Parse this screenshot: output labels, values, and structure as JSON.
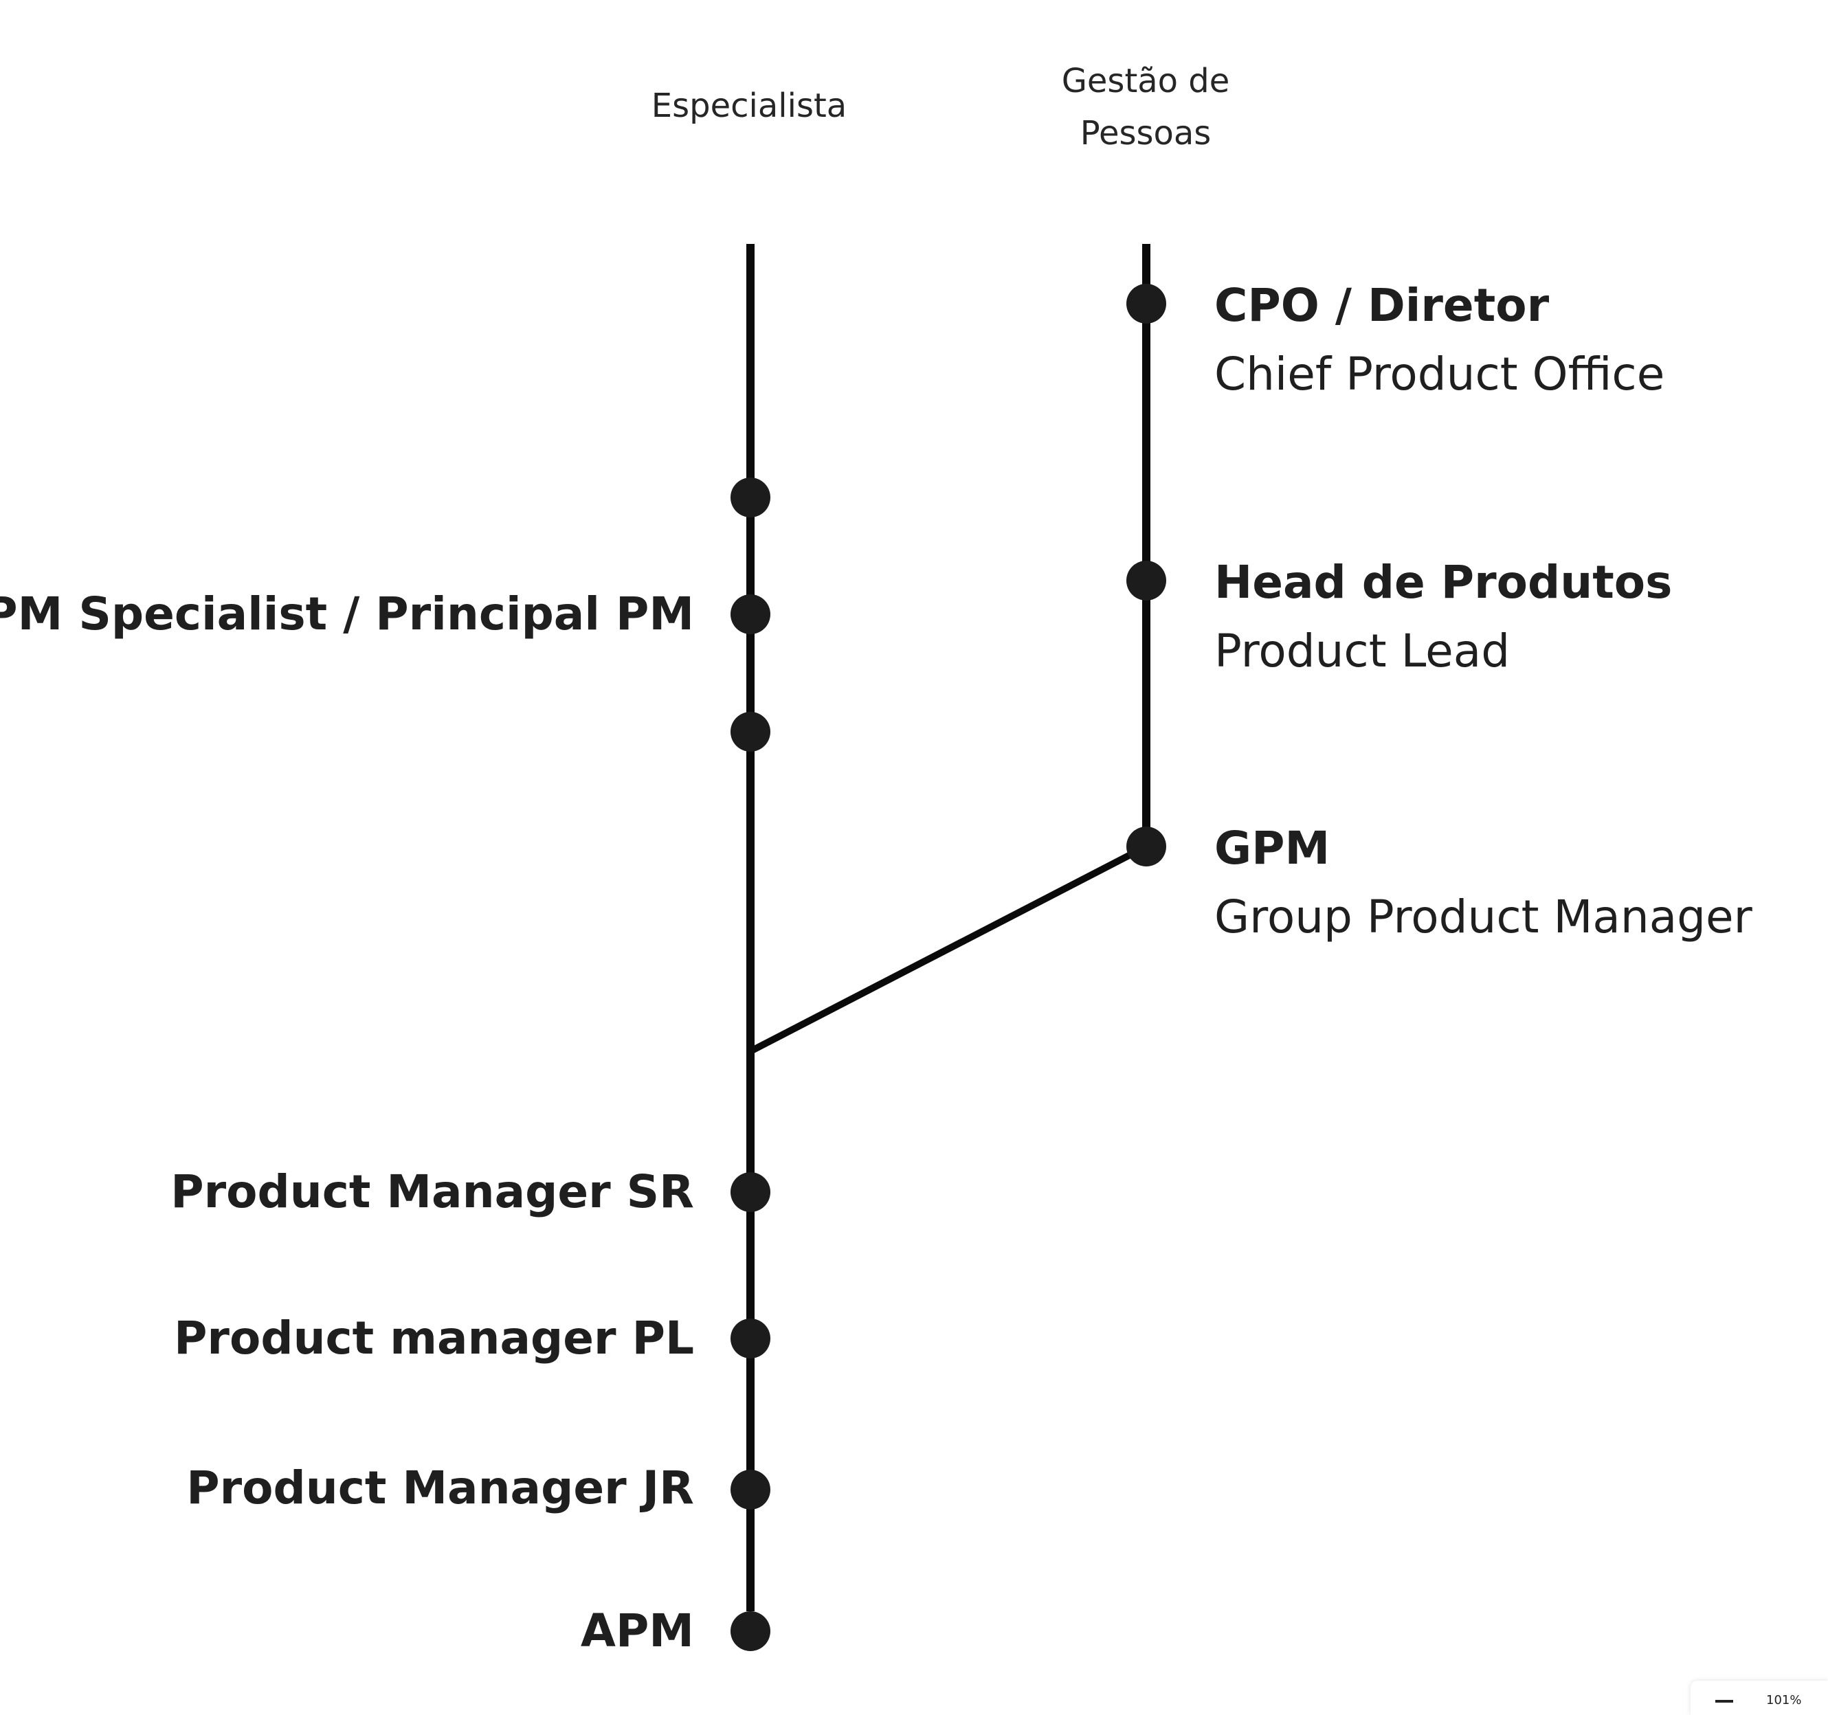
{
  "headers": {
    "especialista": "Especialista",
    "gestao_line1": "Gestão de",
    "gestao_line2": "Pessoas"
  },
  "specialist_track": {
    "pm_specialist": "PM Specialist / Principal PM",
    "pm_sr": "Product Manager SR",
    "pm_pl": "Product manager PL",
    "pm_jr": "Product Manager JR",
    "apm": "APM"
  },
  "management_track": {
    "cpo_title": "CPO / Diretor",
    "cpo_sub": "Chief Product Office",
    "head_title": "Head de Produtos",
    "head_sub": "Product Lead",
    "gpm_title": "GPM",
    "gpm_sub": "Group Product Manager"
  },
  "zoom": {
    "level": "101%"
  },
  "colors": {
    "line": "#0a0a0a",
    "node": "#1c1c1c",
    "text": "#1f1f1f"
  }
}
